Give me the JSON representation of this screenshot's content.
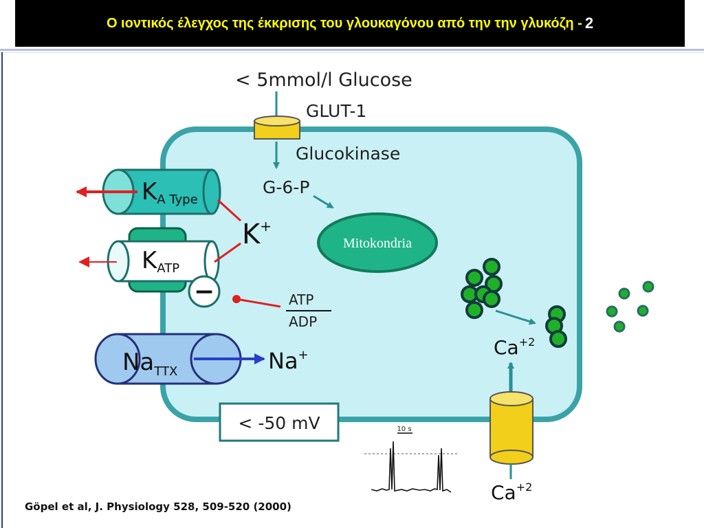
{
  "title": {
    "text": "Ο ιοντικός έλεγχος της έκκρισης του γλουκαγόνου από την την γλυκόζη -",
    "number": "2"
  },
  "diagram": {
    "glucose": "< 5mmol/l Glucose",
    "glut": "GLUT-1",
    "glucokinase": "Glucokinase",
    "g6p": "G-6-P",
    "mitochondria": "Mitokondria",
    "k_plus": "K",
    "k_plus_sup": "+",
    "ka_main": "K",
    "ka_sub": "A Type",
    "katp_main": "K",
    "katp_sub": "ATP",
    "minus": "−",
    "atp": "ATP",
    "adp": "ADP",
    "na_main": "Na",
    "na_sub": "TTX",
    "na_ion": "Na",
    "na_ion_sup": "+",
    "ca_in": "Ca",
    "ca_in_sup": "+2",
    "ca_out": "Ca",
    "ca_out_sup": "+2",
    "voltage": "< -50  mV",
    "trace_scale": "10 s",
    "citation": "Göpel et al, J. Physiology 528, 509-520 (2000)"
  },
  "colors": {
    "cell_fill": "#c9f0f5",
    "cell_stroke": "#3aa3a8",
    "channel_teal": "#2bbfb5",
    "mito": "#1fb487",
    "na_channel": "#9fc9ee",
    "ca_channel": "#f2cf1a",
    "arrow_teal": "#2a8f93",
    "arrow_red": "#e02020",
    "arrow_blue": "#2a3ec8",
    "granule": "#1fb02a"
  }
}
